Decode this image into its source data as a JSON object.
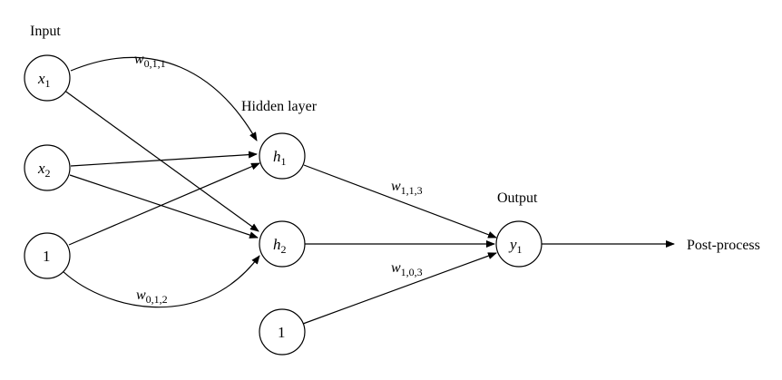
{
  "labels": {
    "input": "Input",
    "hidden": "Hidden layer",
    "output": "Output",
    "post": "Post-process"
  },
  "nodes": {
    "x1": {
      "main": "x",
      "sub": "1"
    },
    "x2": {
      "main": "x",
      "sub": "2"
    },
    "bias_in": {
      "main": "1",
      "sub": ""
    },
    "h1": {
      "main": "h",
      "sub": "1"
    },
    "h2": {
      "main": "h",
      "sub": "2"
    },
    "bias_hidden": {
      "main": "1",
      "sub": ""
    },
    "y1": {
      "main": "y",
      "sub": "1"
    }
  },
  "weights": {
    "w011": {
      "main": "w",
      "sub": "0,1,1"
    },
    "w012": {
      "main": "w",
      "sub": "0,1,2"
    },
    "w113": {
      "main": "w",
      "sub": "1,1,3"
    },
    "w103": {
      "main": "w",
      "sub": "1,0,3"
    }
  }
}
